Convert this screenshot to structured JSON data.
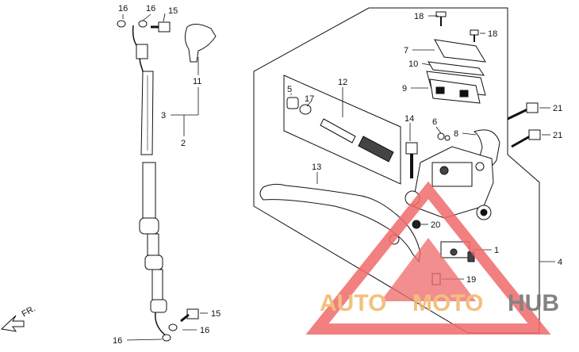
{
  "diagram": {
    "callouts": [
      {
        "id": "16a",
        "text": "16"
      },
      {
        "id": "16b",
        "text": "16"
      },
      {
        "id": "15a",
        "text": "15"
      },
      {
        "id": "11",
        "text": "11"
      },
      {
        "id": "3",
        "text": "3"
      },
      {
        "id": "2",
        "text": "2"
      },
      {
        "id": "15b",
        "text": "15"
      },
      {
        "id": "16c",
        "text": "16"
      },
      {
        "id": "16d",
        "text": "16"
      },
      {
        "id": "18a",
        "text": "18"
      },
      {
        "id": "18b",
        "text": "18"
      },
      {
        "id": "7",
        "text": "7"
      },
      {
        "id": "10",
        "text": "10"
      },
      {
        "id": "9",
        "text": "9"
      },
      {
        "id": "12",
        "text": "12"
      },
      {
        "id": "5",
        "text": "5"
      },
      {
        "id": "17",
        "text": "17"
      },
      {
        "id": "21a",
        "text": "21"
      },
      {
        "id": "21b",
        "text": "21"
      },
      {
        "id": "14",
        "text": "14"
      },
      {
        "id": "6",
        "text": "6"
      },
      {
        "id": "8",
        "text": "8"
      },
      {
        "id": "13",
        "text": "13"
      },
      {
        "id": "20",
        "text": "20"
      },
      {
        "id": "1",
        "text": "1"
      },
      {
        "id": "19",
        "text": "19"
      },
      {
        "id": "4",
        "text": "4"
      }
    ],
    "front_marker": "FR."
  },
  "watermark": {
    "part1": "AUTO",
    "part2": "MOTO",
    "part3": "HUB",
    "colors": {
      "auto": "#f2b56b",
      "moto": "#f2b56b",
      "hub": "#6e6e6e",
      "triangle": "#f06b6b"
    }
  }
}
